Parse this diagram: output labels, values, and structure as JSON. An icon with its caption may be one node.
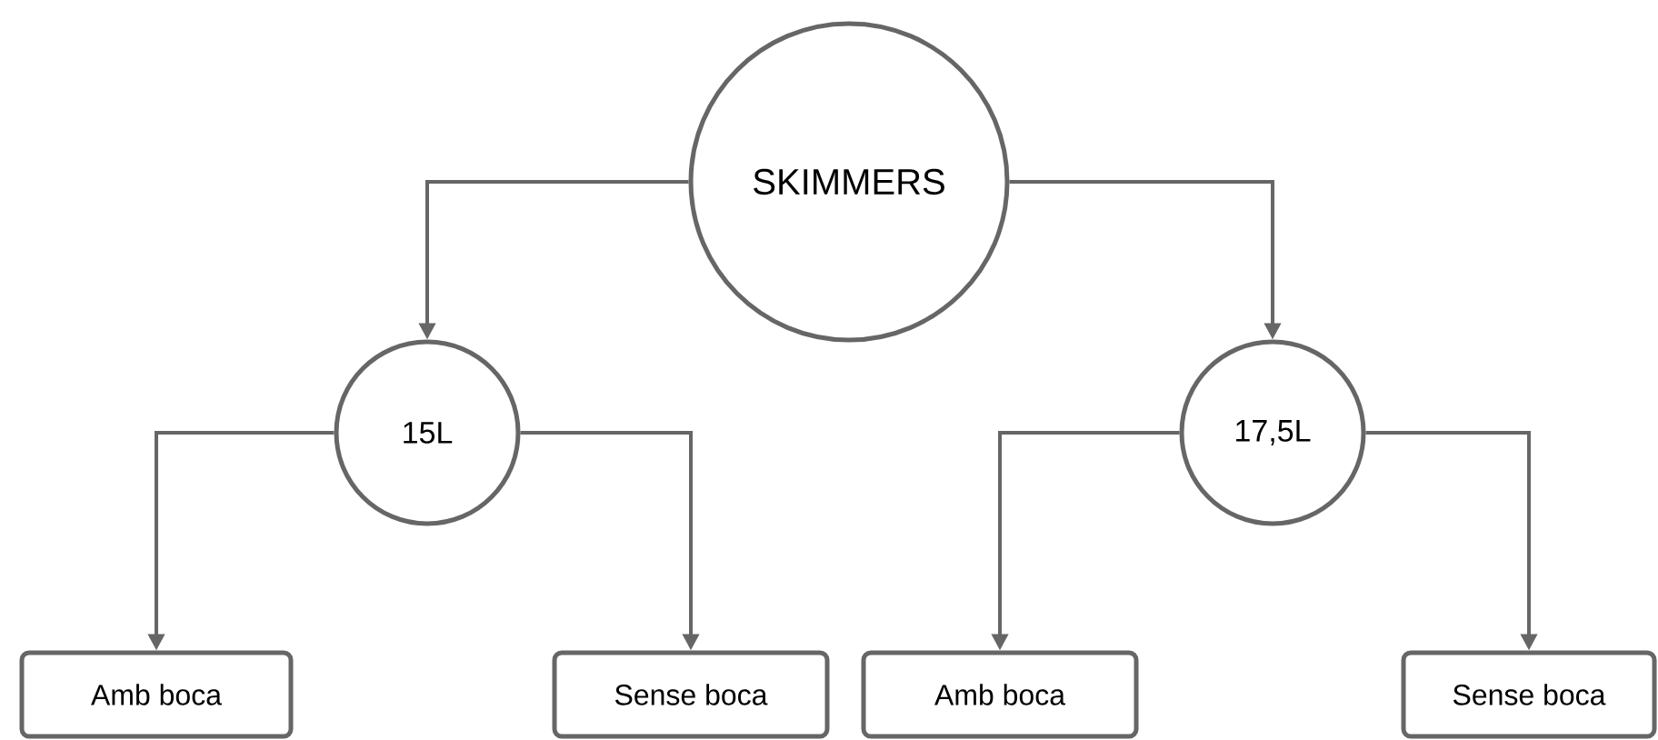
{
  "diagram": {
    "nodes": [
      {
        "text": [
          "SKIMMERS"
        ]
      },
      {
        "text": [
          "15L"
        ]
      },
      {
        "text": [
          "17,5L"
        ]
      },
      {
        "text": [
          "Amb boca"
        ]
      },
      {
        "text": [
          "Sense boca"
        ]
      },
      {
        "text": [
          "Amb boca"
        ]
      },
      {
        "text": [
          "Sense boca"
        ]
      }
    ],
    "edges": [
      {
        "from": 0,
        "to": 1,
        "arrow": "to"
      },
      {
        "from": 0,
        "to": 2,
        "arrow": "to"
      },
      {
        "from": 1,
        "to": 3,
        "arrow": "to"
      },
      {
        "from": 1,
        "to": 4,
        "arrow": "to"
      },
      {
        "from": 2,
        "to": 5,
        "arrow": "to"
      },
      {
        "from": 2,
        "to": 6,
        "arrow": "to"
      }
    ]
  }
}
